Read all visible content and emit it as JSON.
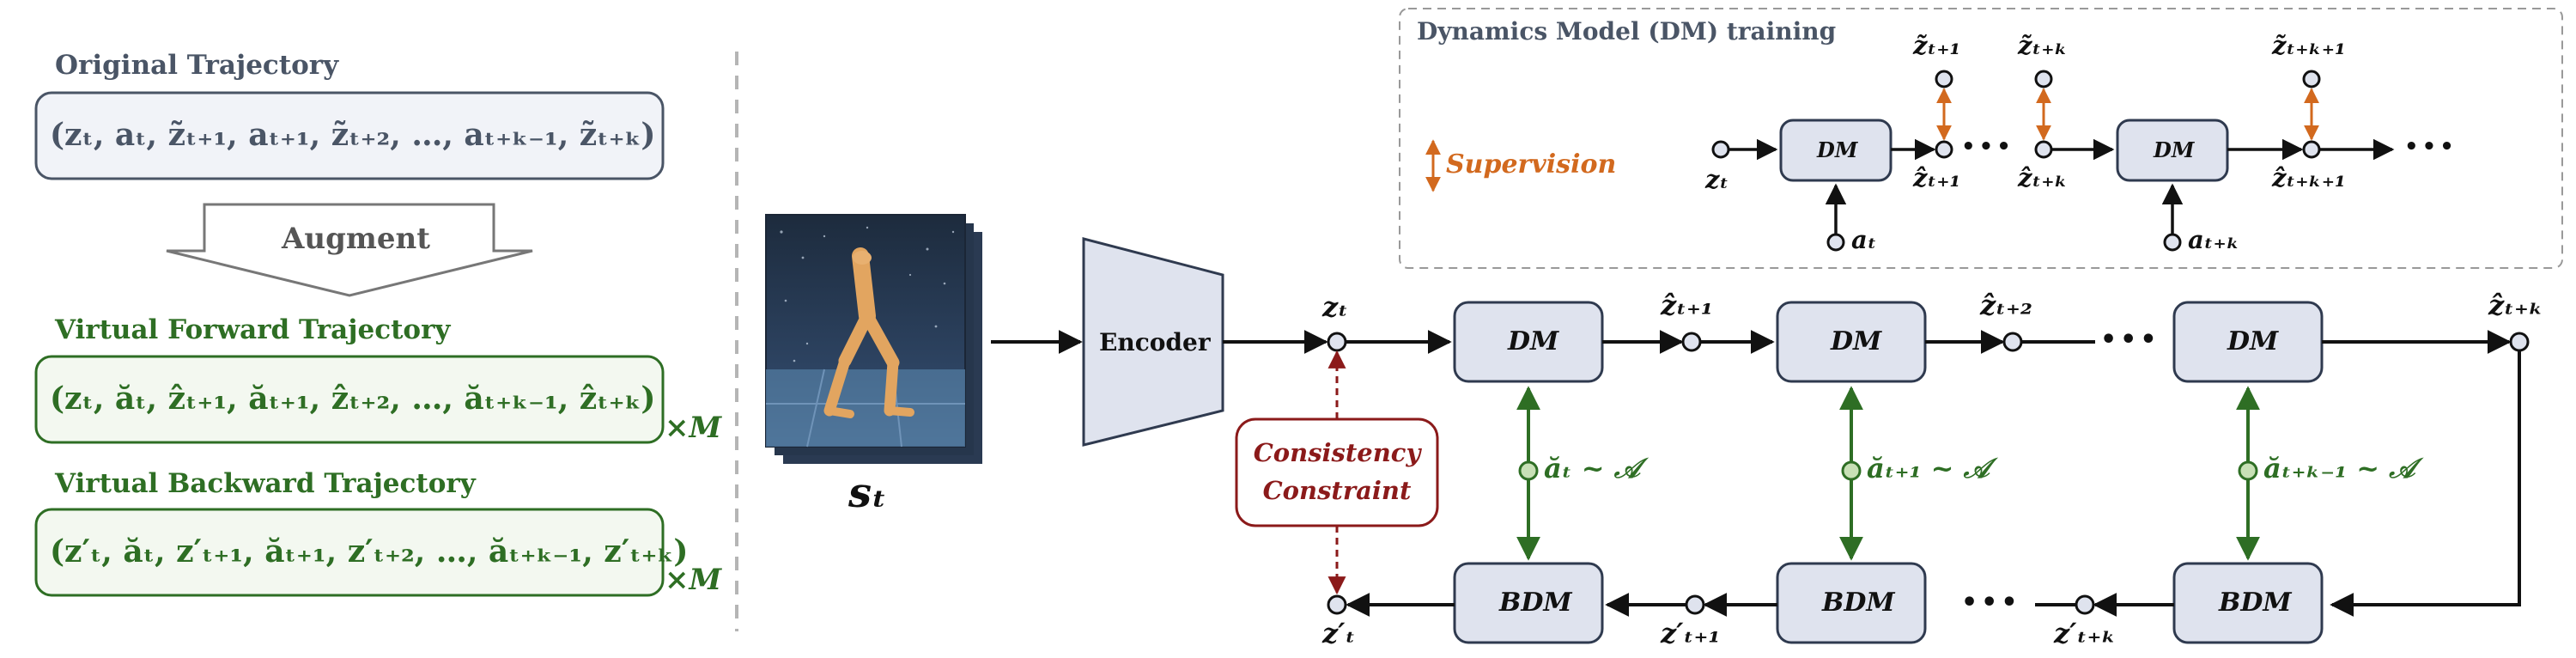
{
  "left_panel": {
    "original": {
      "title": "Original Trajectory",
      "sequence": "(zₜ, aₜ, z̃ₜ₊₁, aₜ₊₁, z̃ₜ₊₂, …, aₜ₊ₖ₋₁, z̃ₜ₊ₖ)"
    },
    "augment_label": "Augment",
    "forward": {
      "title": "Virtual Forward Trajectory",
      "sequence": "(zₜ, ăₜ, ẑₜ₊₁, ăₜ₊₁, ẑₜ₊₂, …, ăₜ₊ₖ₋₁, ẑₜ₊ₖ)",
      "multiplier": "×M"
    },
    "backward": {
      "title": "Virtual Backward Trajectory",
      "sequence": "(z′ₜ, ăₜ, z′ₜ₊₁, ăₜ₊₁, z′ₜ₊₂, …, ăₜ₊ₖ₋₁, z′ₜ₊ₖ)",
      "multiplier": "×M"
    }
  },
  "main": {
    "input_label": "sₜ",
    "encoder_label": "Encoder",
    "z_t": "zₜ",
    "consistency_label_line1": "Consistency",
    "consistency_label_line2": "Constraint",
    "forward_blocks": [
      "DM",
      "DM",
      "DM"
    ],
    "backward_blocks": [
      "BDM",
      "BDM",
      "BDM"
    ],
    "forward_outputs": [
      "ẑₜ₊₁",
      "ẑₜ₊₂",
      "ẑₜ₊ₖ"
    ],
    "actions": [
      "ăₜ ~ 𝒜",
      "ăₜ₊₁ ~ 𝒜",
      "ăₜ₊ₖ₋₁ ~ 𝒜"
    ],
    "backward_outputs": [
      "z′ₜ",
      "z′ₜ₊₁",
      "z′ₜ₊ₖ"
    ],
    "ellipsis": "•••"
  },
  "inset": {
    "title": "Dynamics Model (DM) training",
    "supervision_label": "Supervision",
    "blocks": [
      "DM",
      "DM"
    ],
    "z_t": "zₜ",
    "a_t": "aₜ",
    "a_tk": "aₜ₊ₖ",
    "targets": [
      "z̃ₜ₊₁",
      "z̃ₜ₊ₖ",
      "z̃ₜ₊ₖ₊₁"
    ],
    "preds": [
      "ẑₜ₊₁",
      "ẑₜ₊ₖ",
      "ẑₜ₊ₖ₊₁"
    ],
    "ellipsis": "•••"
  },
  "colors": {
    "gray_text": "#4a5566",
    "green": "#2e6e24",
    "dark_red": "#8b1a1a",
    "orange": "#d2691e",
    "block_fill": "#dfe3ee",
    "block_stroke": "#2f3a4f"
  }
}
